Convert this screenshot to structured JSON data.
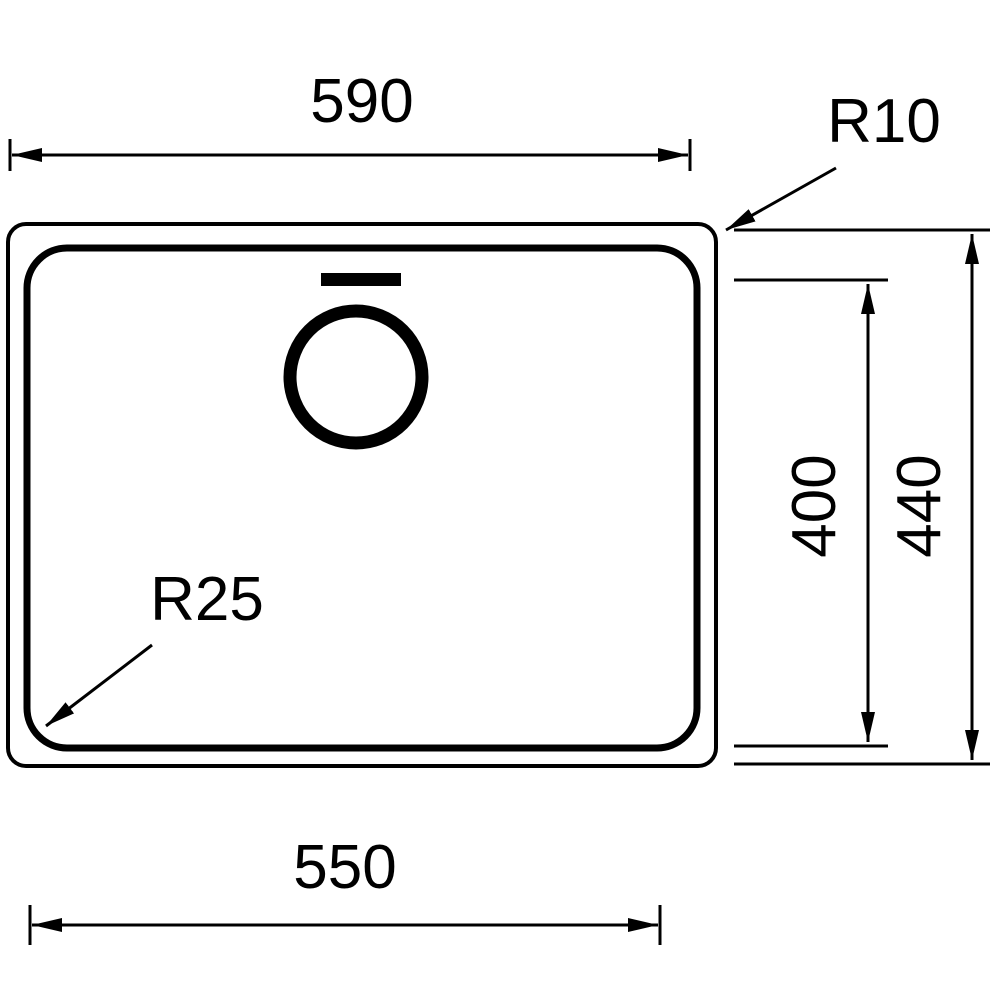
{
  "diagram": {
    "kind": "technical-dimension-drawing",
    "colors": {
      "ink": "#000000",
      "background": "#ffffff"
    },
    "labels": {
      "top_width": "590",
      "outer_corner_radius": "R10",
      "inner_height": "400",
      "outer_height": "440",
      "inner_corner_radius": "R25",
      "inner_width": "550"
    }
  }
}
